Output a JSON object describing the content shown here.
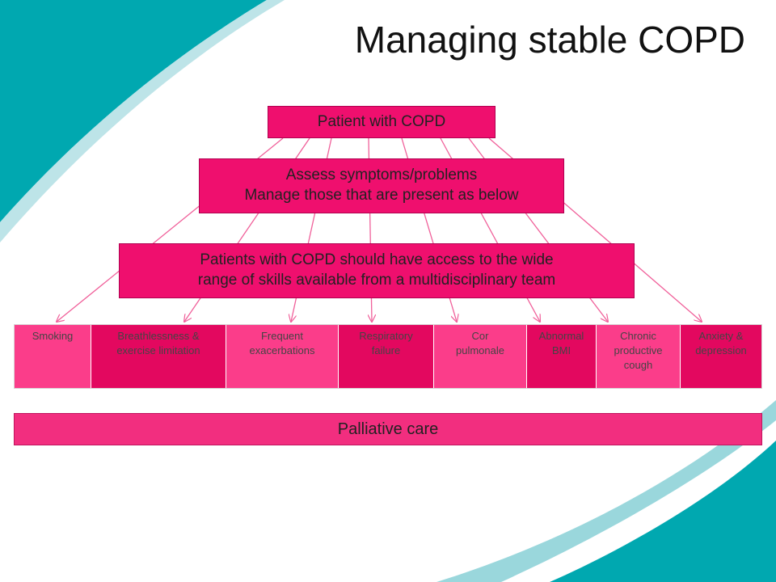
{
  "title": "Managing stable COPD",
  "top_box": "Patient with COPD",
  "assess_box": {
    "line1": "Assess symptoms/problems",
    "line2": "Manage those that are present as below"
  },
  "team_box": {
    "line1": "Patients with COPD should have access to the wide",
    "line2": "range of skills available from a multidisciplinary team"
  },
  "problems": [
    {
      "line1": "Smoking",
      "line2": "",
      "line3": ""
    },
    {
      "line1": "Breathlessness &",
      "line2": "exercise limitation",
      "line3": ""
    },
    {
      "line1": "Frequent",
      "line2": "exacerbations",
      "line3": ""
    },
    {
      "line1": "Respiratory",
      "line2": "failure",
      "line3": ""
    },
    {
      "line1": "Cor",
      "line2": "pulmonale",
      "line3": ""
    },
    {
      "line1": "Abnormal",
      "line2": "BMI",
      "line3": ""
    },
    {
      "line1": "Chronic",
      "line2": "productive",
      "line3": "cough"
    },
    {
      "line1": "Anxiety &",
      "line2": "depression",
      "line3": ""
    }
  ],
  "palliative": "Palliative care",
  "colors": {
    "primary_pink": "#ef0f6e",
    "cell_light": "#fb3d8a",
    "cell_dark": "#e3085f",
    "connector": "#f0609a",
    "teal": "#00a8b0",
    "light_teal": "#9ad7dc"
  }
}
